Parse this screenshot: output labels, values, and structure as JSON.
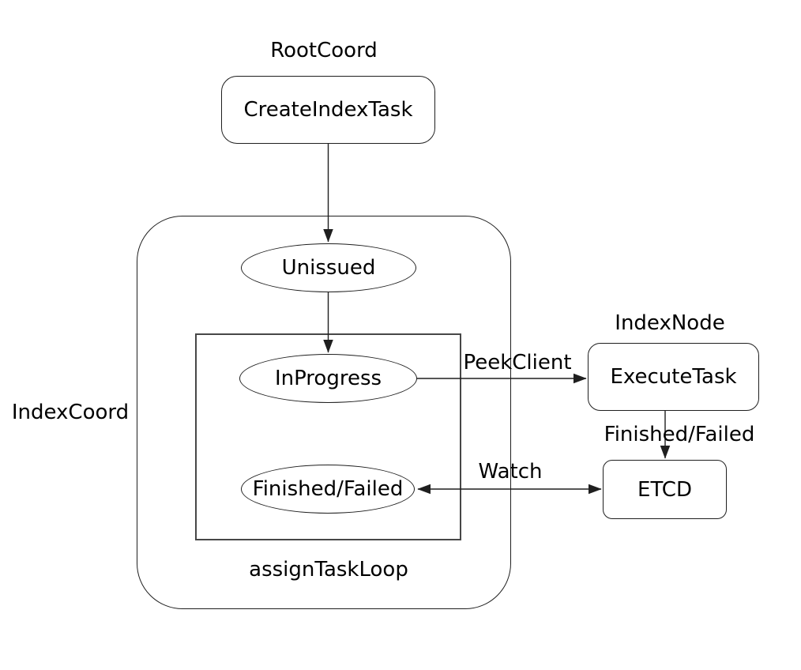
{
  "diagram": {
    "title_context": "index task flow diagram",
    "groups": {
      "root_coord_label": "RootCoord",
      "index_coord_label": "IndexCoord",
      "index_node_label": "IndexNode",
      "assign_task_loop_label": "assignTaskLoop"
    },
    "nodes": {
      "create_index_task": "CreateIndexTask",
      "unissued": "Unissued",
      "in_progress": "InProgress",
      "finished_failed": "Finished/Failed",
      "execute_task": "ExecuteTask",
      "etcd": "ETCD"
    },
    "edges": {
      "peek_client": "PeekClient",
      "finished_failed": "Finished/Failed",
      "watch": "Watch"
    },
    "colors": {
      "stroke": "#1f1f1f",
      "inner_rect_stroke": "#474747",
      "text": "#000000",
      "background": "#ffffff"
    }
  }
}
